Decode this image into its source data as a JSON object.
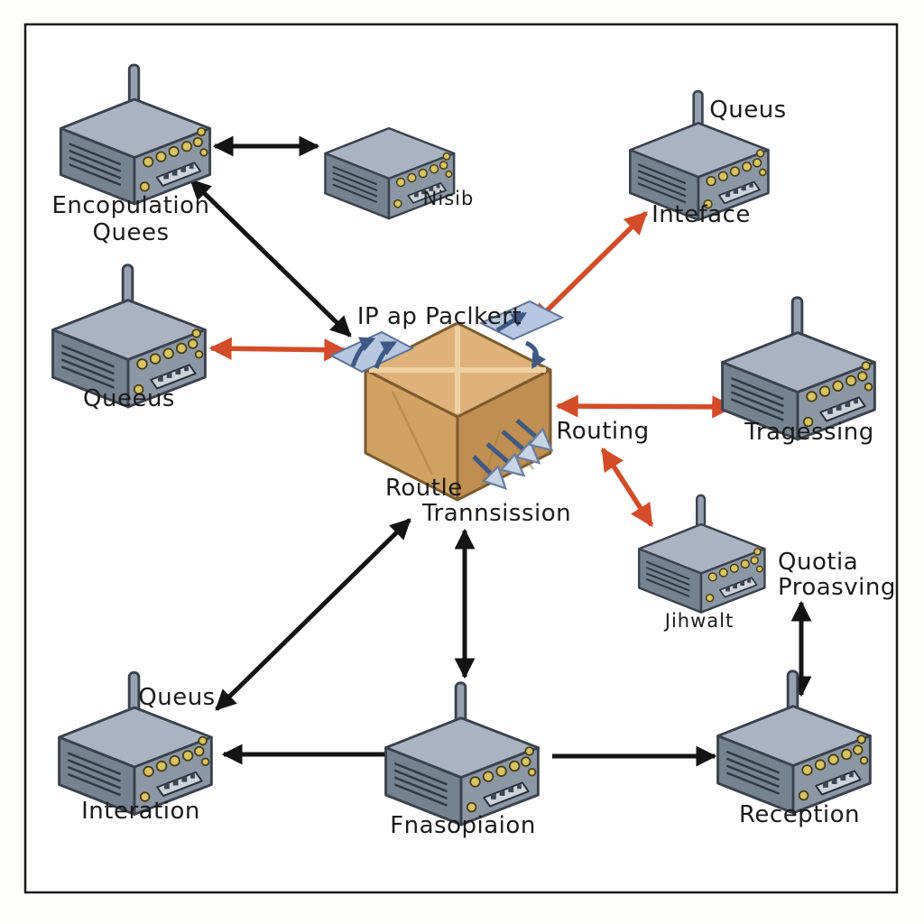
{
  "nodes": {
    "encopulation_quees": {
      "name_line1": "Encopulation",
      "name_line2": "Quees"
    },
    "nisib": {
      "name": "Nisib"
    },
    "inteface": {
      "queue_label": "Queus",
      "name": "Inteface"
    },
    "queeus": {
      "name": "Queeus"
    },
    "tragessing": {
      "name": "Tragessing"
    },
    "jihwalt": {
      "name": "Jihwalt",
      "note_line1": "Quotia",
      "note_line2": "Proasving"
    },
    "interation": {
      "queue_label": "Queus",
      "name": "Interation"
    },
    "fnasopiaion": {
      "name": "Fnasopiaion"
    },
    "reception": {
      "name": "Reception"
    }
  },
  "packet_box": {
    "top_label": "IP ap Paclkert",
    "bottom_label_line1": "Routle",
    "bottom_label_line2": "Trannsission",
    "routing_label": "Routing"
  },
  "colors": {
    "black_arrow": "#141414",
    "red_arrow": "#d44c28",
    "router_top": "#a9b3c1",
    "router_left": "#75828f",
    "router_right": "#8c97a6",
    "led_yellow": "#d9c361",
    "box_top": "#dfb27a",
    "box_left": "#d2a263",
    "box_right": "#bf8e50",
    "packet_card_blue": "#b6c8e0",
    "packet_arrow_blue": "#3d5a85"
  }
}
